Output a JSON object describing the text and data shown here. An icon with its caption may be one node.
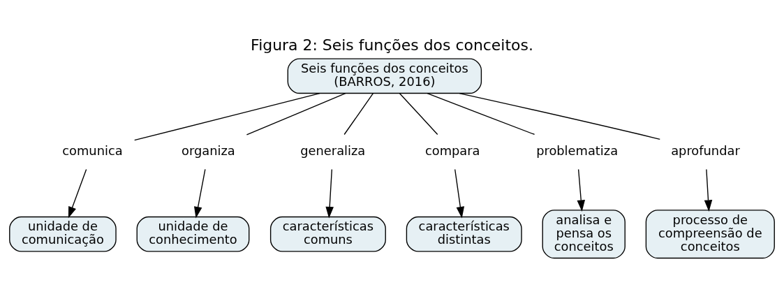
{
  "diagram": {
    "title": "Figura 2: Seis funções dos conceitos.",
    "nodes": [
      {
        "text": [
          "Seis funções dos conceitos (BARROS, 2016)"
        ]
      },
      {
        "text": [
          "comunica"
        ]
      },
      {
        "text": [
          "organiza"
        ]
      },
      {
        "text": [
          "generaliza"
        ]
      },
      {
        "text": [
          "compara"
        ]
      },
      {
        "text": [
          "problematiza"
        ]
      },
      {
        "text": [
          "aprofundar"
        ]
      },
      {
        "text": [
          "unidade de comunicação"
        ]
      },
      {
        "text": [
          "unidade de conhecimento"
        ]
      },
      {
        "text": [
          "características comuns"
        ]
      },
      {
        "text": [
          "características distintas"
        ]
      },
      {
        "text": [
          "analisa e pensa os conceitos"
        ]
      },
      {
        "text": [
          "processo de compreensão de conceitos"
        ]
      }
    ],
    "edges": [
      {
        "from": 0,
        "to": 1,
        "arrow": "none"
      },
      {
        "from": 0,
        "to": 2,
        "arrow": "none"
      },
      {
        "from": 0,
        "to": 3,
        "arrow": "none"
      },
      {
        "from": 0,
        "to": 4,
        "arrow": "none"
      },
      {
        "from": 0,
        "to": 5,
        "arrow": "none"
      },
      {
        "from": 0,
        "to": 6,
        "arrow": "none"
      },
      {
        "from": 1,
        "to": 7,
        "arrow": "to"
      },
      {
        "from": 2,
        "to": 8,
        "arrow": "to"
      },
      {
        "from": 3,
        "to": 9,
        "arrow": "to"
      },
      {
        "from": 4,
        "to": 10,
        "arrow": "to"
      },
      {
        "from": 5,
        "to": 11,
        "arrow": "to"
      },
      {
        "from": 6,
        "to": 12,
        "arrow": "to"
      }
    ]
  }
}
